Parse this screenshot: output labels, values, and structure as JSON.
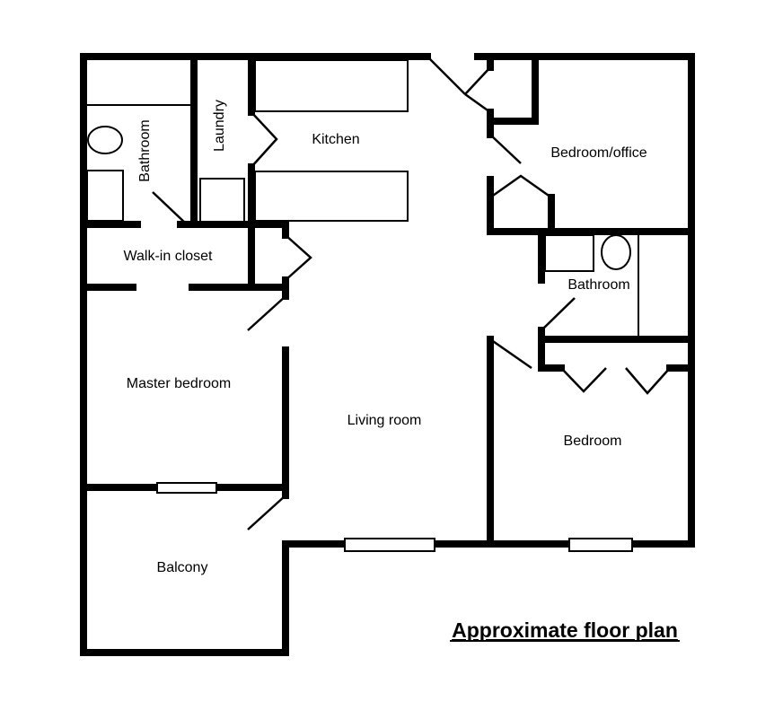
{
  "title": "Approximate floor plan",
  "rooms": {
    "bathroom_left": "Bathroom",
    "laundry": "Laundry",
    "kitchen": "Kitchen",
    "bedroom_office": "Bedroom/office",
    "walk_in_closet": "Walk-in closet",
    "bathroom_right": "Bathroom",
    "master_bedroom": "Master bedroom",
    "living_room": "Living room",
    "bedroom": "Bedroom",
    "balcony": "Balcony"
  }
}
